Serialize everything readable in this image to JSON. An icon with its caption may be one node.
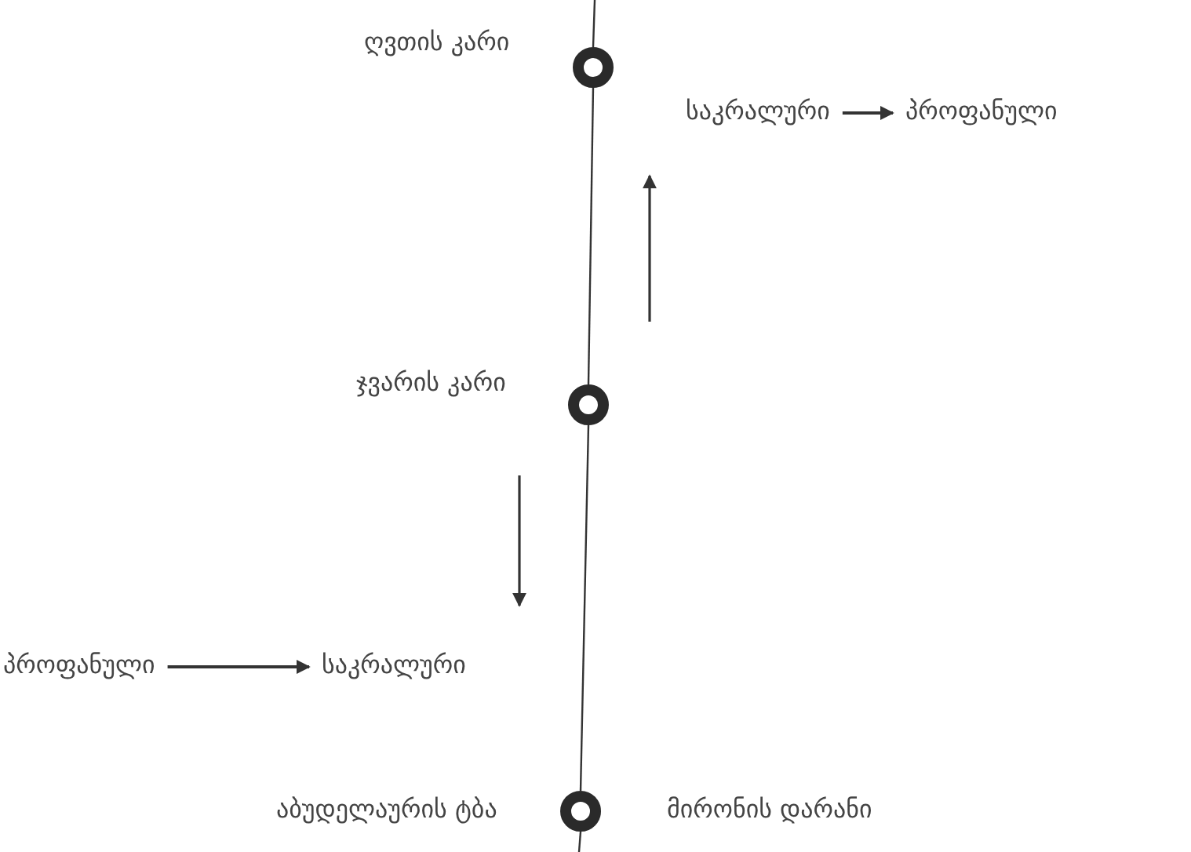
{
  "diagram": {
    "nodes": [
      {
        "text": [],
        "shape": "circle",
        "beside": [
          "ღვთის კარი"
        ]
      },
      {
        "text": [
          "საკრალური"
        ]
      },
      {
        "text": [
          "პროფანული"
        ]
      },
      {
        "text": [],
        "shape": "circle",
        "beside": [
          "ჯვარის კარი"
        ]
      },
      {
        "text": [
          "პროფანული"
        ]
      },
      {
        "text": [
          "საკრალური"
        ]
      },
      {
        "text": [],
        "shape": "circle",
        "beside": [
          "აბუდელაურის ტბა",
          "მირონის დარანი"
        ]
      }
    ],
    "edges": [
      {
        "from": 1,
        "to": 2,
        "arrow": "to"
      },
      {
        "from": 4,
        "to": 5,
        "arrow": "to"
      },
      {
        "from": null,
        "to": 0,
        "arrow": "none"
      },
      {
        "from": 0,
        "to": 3,
        "arrow": "none"
      },
      {
        "from": 3,
        "to": 6,
        "arrow": "none"
      },
      {
        "from": 6,
        "to": null,
        "arrow": "none"
      }
    ]
  }
}
